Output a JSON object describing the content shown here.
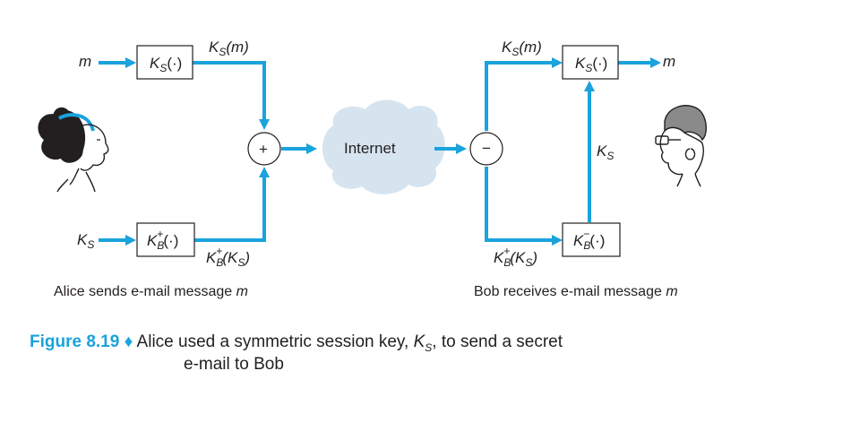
{
  "diagram": {
    "alice_m": "m",
    "alice_ks_input": "K",
    "alice_ks_input_sub": "S",
    "alice_box_top": {
      "k": "K",
      "sub": "S",
      "arg": "(·)"
    },
    "alice_box_bottom": {
      "k": "K",
      "sub": "B",
      "sup": "+",
      "arg": "(·)"
    },
    "alice_top_out": {
      "k": "K",
      "sub": "S",
      "arg": "(m)"
    },
    "alice_bottom_out": {
      "k": "K",
      "sub": "B",
      "sup": "+",
      "open": "(K",
      "inner_sub": "S",
      "close": ")"
    },
    "plus": "+",
    "internet": "Internet",
    "minus": "−",
    "bob_top_in": {
      "k": "K",
      "sub": "S",
      "arg": "(m)"
    },
    "bob_bottom_in": {
      "k": "K",
      "sub": "B",
      "sup": "+",
      "open": "(K",
      "inner_sub": "S",
      "close": ")"
    },
    "bob_box_top": {
      "k": "K",
      "sub": "S",
      "arg": "(·)"
    },
    "bob_box_bottom": {
      "k": "K",
      "sub": "B",
      "sup": "−",
      "arg": "(·)"
    },
    "bob_ks": {
      "k": "K",
      "sub": "S"
    },
    "bob_m": "m",
    "alice_caption": "Alice sends e-mail message ",
    "alice_caption_m": "m",
    "bob_caption": "Bob receives e-mail message ",
    "bob_caption_m": "m",
    "colors": {
      "accent": "#1aa3dc",
      "cloud": "#d6e4ef"
    }
  },
  "caption": {
    "figure": "Figure 8.19",
    "diamond": "♦",
    "line1_a": "Alice used a symmetric session key, ",
    "line1_k": "K",
    "line1_sub": "S",
    "line1_b": ", to send a secret",
    "line2": "e-mail to Bob"
  }
}
